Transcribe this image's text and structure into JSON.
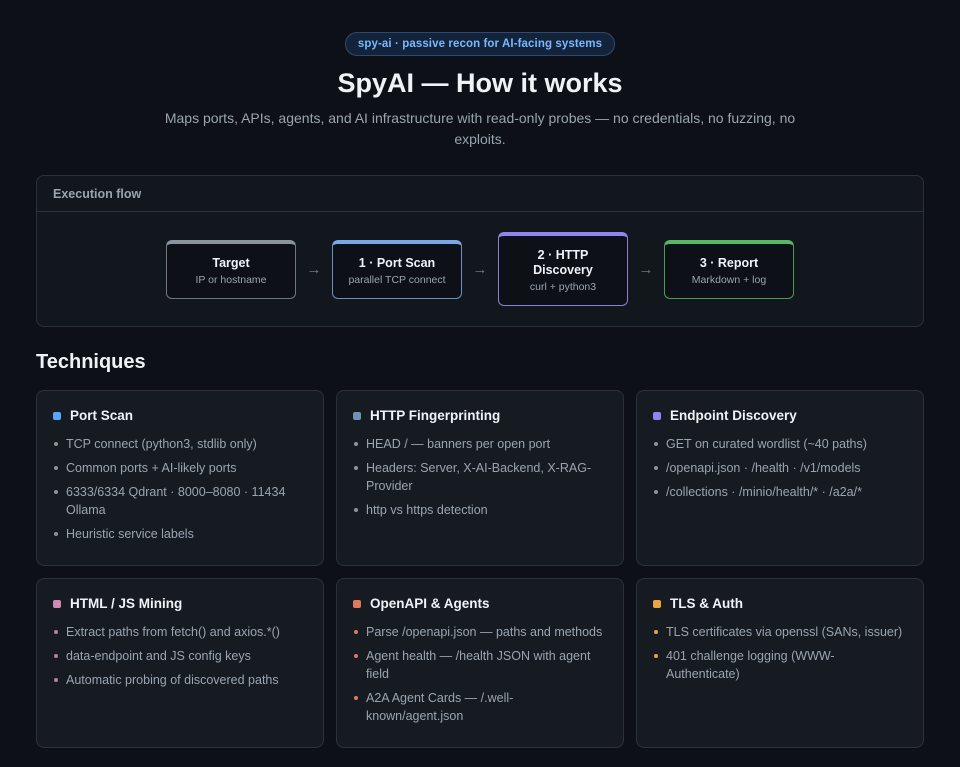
{
  "header": {
    "badge": "spy-ai · passive recon for AI-facing systems",
    "title": "SpyAI — How it works",
    "subtitle": "Maps ports, APIs, agents, and AI infrastructure with read-only probes — no credentials, no fuzzing, no exploits."
  },
  "flow": {
    "label": "Execution flow",
    "arrow": "→",
    "steps": [
      {
        "title": "Target",
        "sub": "IP or hostname",
        "color": "#8b949e"
      },
      {
        "title": "1 · Port Scan",
        "sub": "parallel TCP connect",
        "color": "#7aa7e8"
      },
      {
        "title": "2 · HTTP Discovery",
        "sub": "curl + python3",
        "color": "#8f85f0"
      },
      {
        "title": "3 · Report",
        "sub": "Markdown + log",
        "color": "#56b865"
      }
    ]
  },
  "techniques": {
    "title": "Techniques",
    "cards": [
      {
        "title": "Port Scan",
        "color": "#58a6ff",
        "dot": "#8b949e",
        "items": [
          "TCP connect (python3, stdlib only)",
          "Common ports + AI-likely ports",
          "6333/6334 Qdrant · 8000–8080 · 11434 Ollama",
          "Heuristic service labels"
        ]
      },
      {
        "title": "HTTP Fingerprinting",
        "color": "#6f93b8",
        "dot": "#8b949e",
        "items": [
          "HEAD / — banners per open port",
          "Headers: Server, X-AI-Backend, X-RAG-Provider",
          "http vs https detection"
        ]
      },
      {
        "title": "Endpoint Discovery",
        "color": "#8f85f0",
        "dot": "#8b949e",
        "items": [
          "GET on curated wordlist (~40 paths)",
          "/openapi.json · /health · /v1/models",
          "/collections · /minio/health/* · /a2a/*"
        ]
      },
      {
        "title": "HTML / JS Mining",
        "color": "#d08bb0",
        "dot": "#c27a9f",
        "items": [
          "Extract paths from fetch() and axios.*()",
          "data-endpoint and JS config keys",
          "Automatic probing of discovered paths"
        ]
      },
      {
        "title": "OpenAPI & Agents",
        "color": "#e0785f",
        "dot": "#e0785f",
        "items": [
          "Parse /openapi.json — paths and methods",
          "Agent health — /health JSON with agent field",
          "A2A Agent Cards — /.well-known/agent.json"
        ]
      },
      {
        "title": "TLS & Auth",
        "color": "#e8a445",
        "dot": "#e8a445",
        "items": [
          "TLS certificates via openssl (SANs, issuer)",
          "401 challenge logging (WWW-Authenticate)"
        ]
      }
    ]
  }
}
